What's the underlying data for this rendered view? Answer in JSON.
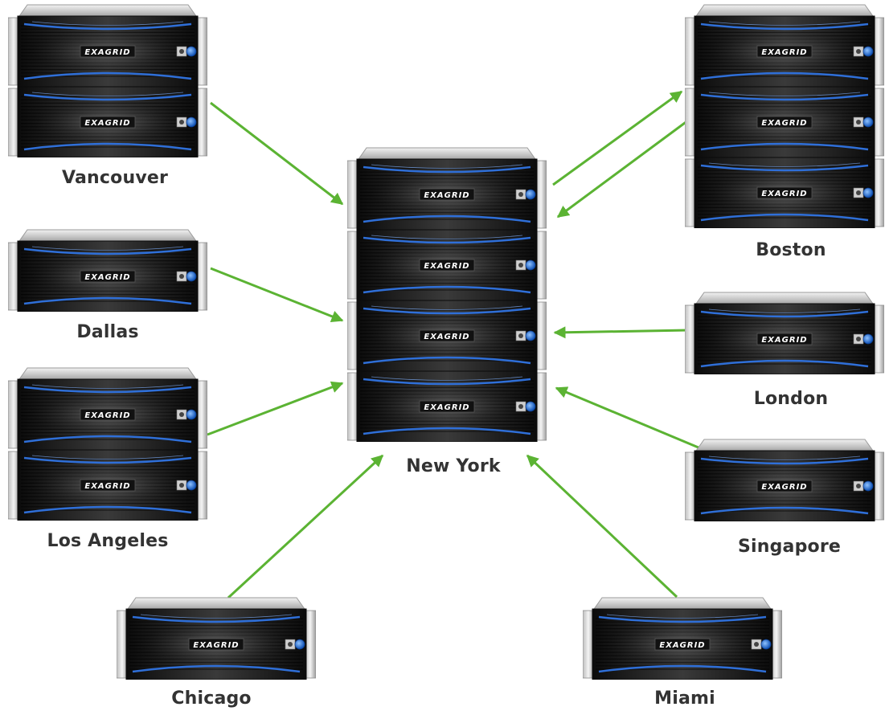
{
  "diagram": {
    "brand_text": "EXAGRID",
    "arrow_color": "#5bb333",
    "label_color": "#333333",
    "hub": {
      "name": "New York",
      "unit_count": 4
    },
    "sites": [
      {
        "key": "vancouver",
        "name": "Vancouver",
        "unit_count": 2,
        "direction": "to-hub"
      },
      {
        "key": "dallas",
        "name": "Dallas",
        "unit_count": 1,
        "direction": "to-hub"
      },
      {
        "key": "los-angeles",
        "name": "Los Angeles",
        "unit_count": 2,
        "direction": "to-hub"
      },
      {
        "key": "chicago",
        "name": "Chicago",
        "unit_count": 1,
        "direction": "to-hub"
      },
      {
        "key": "boston",
        "name": "Boston",
        "unit_count": 3,
        "direction": "bidirectional"
      },
      {
        "key": "london",
        "name": "London",
        "unit_count": 1,
        "direction": "to-hub"
      },
      {
        "key": "singapore",
        "name": "Singapore",
        "unit_count": 1,
        "direction": "to-hub"
      },
      {
        "key": "miami",
        "name": "Miami",
        "unit_count": 1,
        "direction": "to-hub"
      }
    ]
  }
}
